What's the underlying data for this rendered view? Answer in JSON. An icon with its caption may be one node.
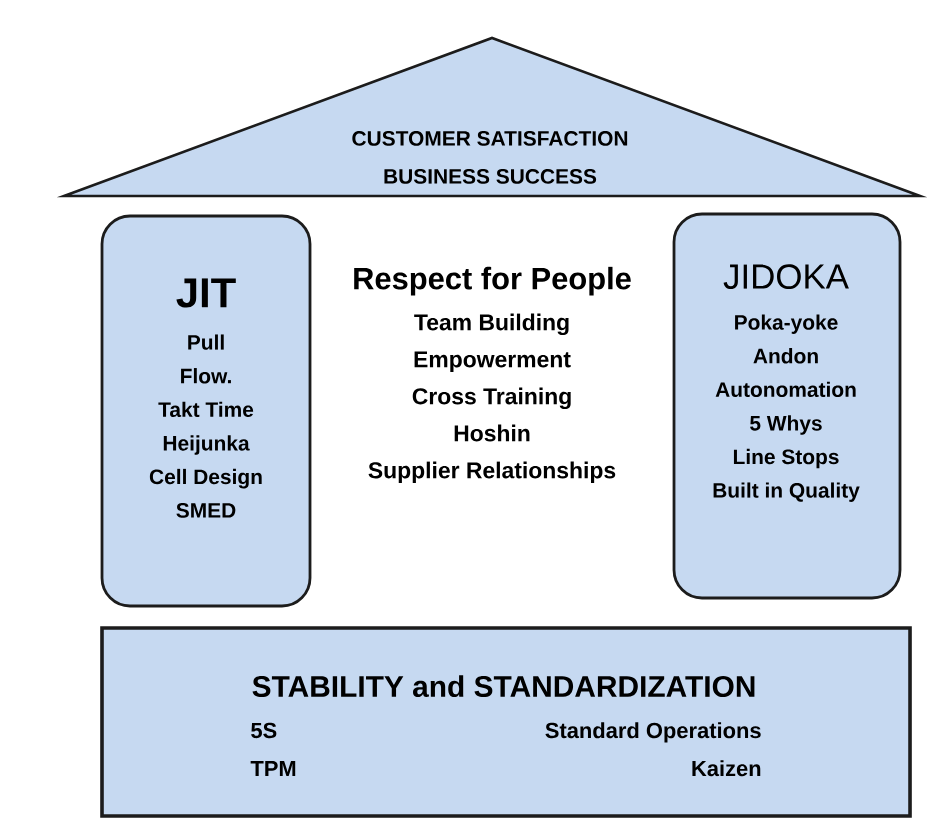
{
  "diagram": {
    "nodes": [
      {
        "text": [
          "CUSTOMER SATISFACTION",
          "BUSINESS SUCCESS"
        ]
      },
      {
        "text": [
          "JIT",
          "Pull",
          "Flow.",
          "Takt Time",
          "Heijunka",
          "Cell Design",
          "SMED"
        ]
      },
      {
        "text": [
          "JIDOKA",
          "Poka-yoke",
          "Andon",
          "Autonomation",
          "5 Whys",
          "Line Stops",
          "Built in Quality"
        ]
      },
      {
        "text": [
          "STABILITY and STANDARDIZATION",
          "5S",
          "Standard Operations",
          "TPM",
          "Kaizen"
        ]
      }
    ],
    "labels": [
      "Respect for People",
      "Team Building",
      "Empowerment",
      "Cross Training",
      "Hoshin",
      "Supplier Relationships"
    ]
  }
}
